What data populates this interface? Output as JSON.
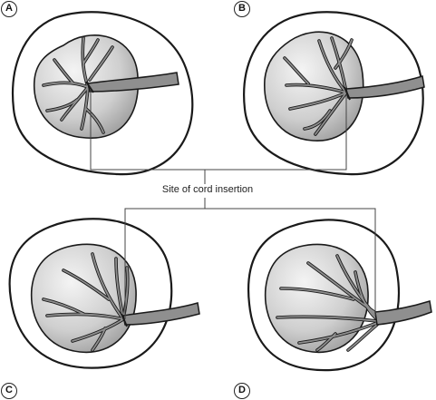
{
  "panels": [
    {
      "label": "A"
    },
    {
      "label": "B"
    },
    {
      "label": "C"
    },
    {
      "label": "D"
    }
  ],
  "caption": "Site of cord insertion",
  "colors": {
    "outline": "#1a1a1a",
    "vessel_fill": "#8f8f8f",
    "disc_fill_light": "#f2f2f2",
    "disc_fill_dark": "#9a9a9a"
  }
}
